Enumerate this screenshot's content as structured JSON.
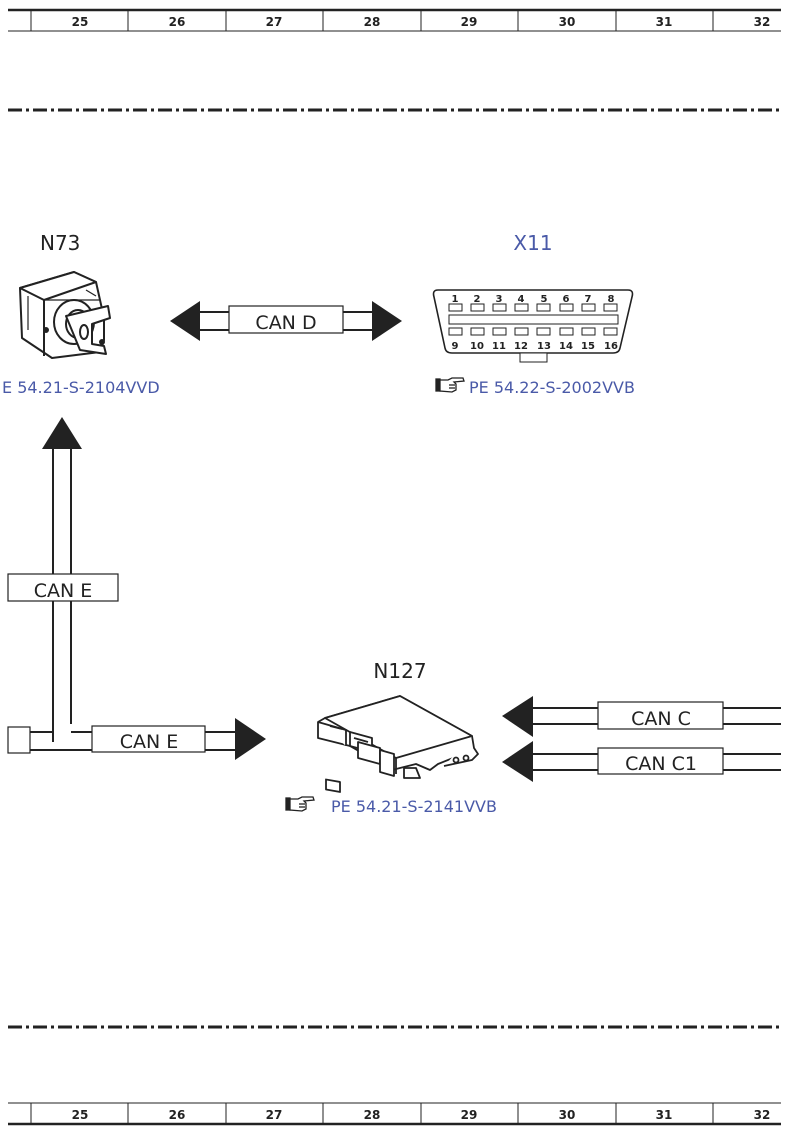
{
  "grid": {
    "columns": [
      "25",
      "26",
      "27",
      "28",
      "29",
      "30",
      "31",
      "32"
    ]
  },
  "components": {
    "n73": {
      "label": "N73",
      "ref": "E 54.21-S-2104VVD"
    },
    "x11": {
      "label": "X11",
      "ref": "PE 54.22-S-2002VVB",
      "pins_top": [
        "1",
        "2",
        "3",
        "4",
        "5",
        "6",
        "7",
        "8"
      ],
      "pins_bottom": [
        "9",
        "10",
        "11",
        "12",
        "13",
        "14",
        "15",
        "16"
      ]
    },
    "n127": {
      "label": "N127",
      "ref": "PE 54.21-S-2141VVB"
    }
  },
  "buses": {
    "can_d": "CAN D",
    "can_e_vertical": "CAN E",
    "can_e_horizontal": "CAN E",
    "can_c": "CAN C",
    "can_c1": "CAN C1"
  },
  "colors": {
    "line": "#222222",
    "reference_blue": "#4a5aa8"
  },
  "icons": {
    "reference": "pointing-hand-icon"
  }
}
